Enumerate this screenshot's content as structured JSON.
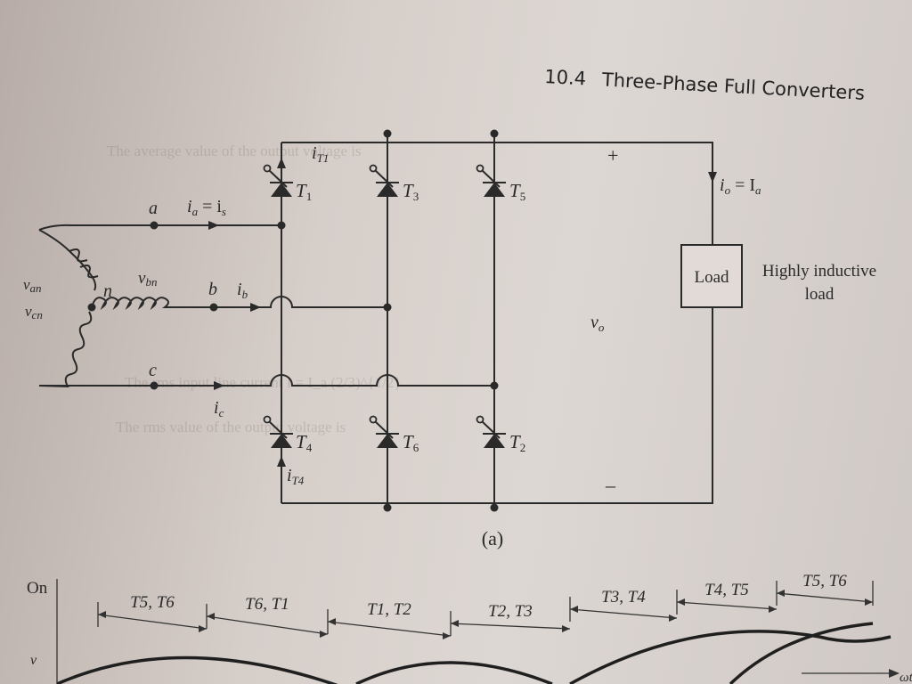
{
  "page_header": {
    "number": "10.4",
    "title": "Three-Phase Full Converters"
  },
  "circuit": {
    "sources": {
      "van": "v",
      "van_sub": "an",
      "vbn": "v",
      "vbn_sub": "bn",
      "vcn": "v",
      "vcn_sub": "cn",
      "neutral": "n"
    },
    "lines": {
      "a": "a",
      "b": "b",
      "c": "c"
    },
    "currents": {
      "ia_base": "i",
      "ia_sub": "a",
      "ia_eq": " = i",
      "is_sub": "s",
      "ib_base": "i",
      "ib_sub": "b",
      "ic_base": "i",
      "ic_sub": "c",
      "iT1_base": "i",
      "iT1_sub": "T1",
      "iT4_base": "i",
      "iT4_sub": "T4",
      "io_base": "i",
      "io_sub": "o",
      "io_eq": " = I",
      "Ia_sub": "a"
    },
    "thyristors": {
      "T1": {
        "base": "T",
        "sub": "1"
      },
      "T3": {
        "base": "T",
        "sub": "3"
      },
      "T5": {
        "base": "T",
        "sub": "5"
      },
      "T4": {
        "base": "T",
        "sub": "4"
      },
      "T6": {
        "base": "T",
        "sub": "6"
      },
      "T2": {
        "base": "T",
        "sub": "2"
      }
    },
    "load": {
      "label": "Load",
      "note_line1": "Highly inductive",
      "note_line2": "load"
    },
    "output": {
      "plus": "+",
      "minus": "–",
      "vo_base": "v",
      "vo_sub": "o"
    },
    "caption": "(a)"
  },
  "timing": {
    "row_label": "On",
    "v_label": "v",
    "omega_label": "ωt",
    "intervals": [
      "T5, T6",
      "T6, T1",
      "T1, T2",
      "T2, T3",
      "T3, T4",
      "T4, T5",
      "T5, T6"
    ]
  },
  "colors": {
    "ink": "#2a2a2a",
    "paper": "#d9d2ce"
  }
}
